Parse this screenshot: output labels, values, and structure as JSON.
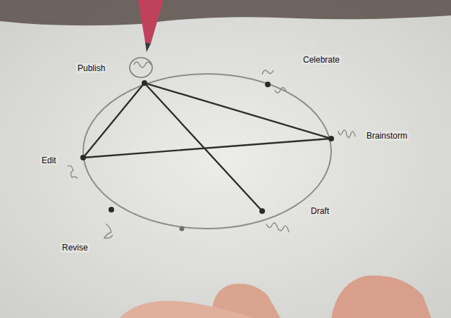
{
  "diagram": {
    "nodes": [
      {
        "text": [
          "Publish"
        ]
      },
      {
        "text": [
          "Celebrate"
        ]
      },
      {
        "text": [
          "Brainstorm"
        ]
      },
      {
        "text": [
          "Draft"
        ]
      },
      {
        "text": [
          "Revise"
        ]
      },
      {
        "text": [
          "Edit"
        ]
      }
    ],
    "edges": [
      {
        "from": 0,
        "to": 2,
        "arrow": "none"
      },
      {
        "from": 0,
        "to": 5,
        "arrow": "none"
      },
      {
        "from": 0,
        "to": 3,
        "arrow": "none"
      },
      {
        "from": 5,
        "to": 2,
        "arrow": "none"
      }
    ]
  }
}
